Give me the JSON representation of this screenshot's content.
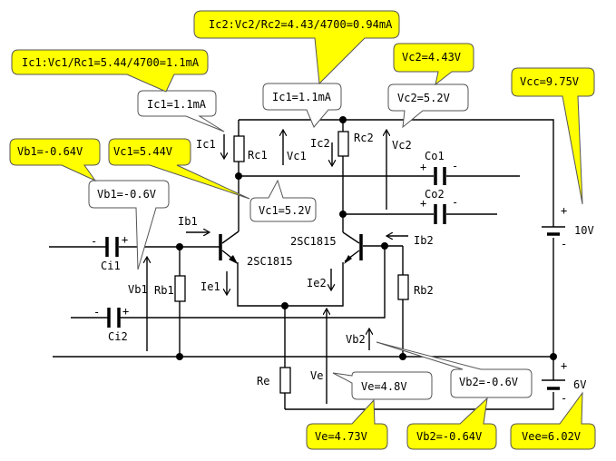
{
  "diagram": {
    "title": "Differential amplifier with 2SC1815 transistors — measured vs. calculated values",
    "colors": {
      "measured_callout": "#ffff00",
      "calculated_callout": "#ffffff",
      "wire": "#000000"
    },
    "components": {
      "q1": "2SC1815",
      "q2": "2SC1815",
      "rc1": "Rc1",
      "rc2": "Rc2",
      "rb1": "Rb1",
      "rb2": "Rb2",
      "re": "Re",
      "ci1": "Ci1",
      "ci2": "Ci2",
      "co1": "Co1",
      "co2": "Co2",
      "vcc_battery": "10V",
      "vee_battery": "6V"
    },
    "labels": {
      "ic1": "Ic1",
      "ic2": "Ic2",
      "vc1": "Vc1",
      "vc2": "Vc2",
      "ib1": "Ib1",
      "ib2": "Ib2",
      "ie1": "Ie1",
      "ie2": "Ie2",
      "vb1": "Vb1",
      "vb2": "Vb2",
      "ve": "Ve",
      "plus": "+",
      "minus": "-"
    },
    "measured_callouts": {
      "ic1_calc": "Ic1:Vc1/Rc1=5.44/4700=1.1mA",
      "ic2_calc": "Ic2:Vc2/Rc2=4.43/4700=0.94mA",
      "vc2": "Vc2=4.43V",
      "vcc": "Vcc=9.75V",
      "vb1": "Vb1=-0.64V",
      "vc1": "Vc1=5.44V",
      "ve": "Ve=4.73V",
      "vb2": "Vb2=-0.64V",
      "vee": "Vee=6.02V"
    },
    "calculated_callouts": {
      "ic1_a": "Ic1=1.1mA",
      "ic1_b": "Ic1=1.1mA",
      "vc2": "Vc2=5.2V",
      "vb1": "Vb1=-0.6V",
      "vc1": "Vc1=5.2V",
      "ve": "Ve=4.8V",
      "vb2": "Vb2=-0.6V"
    }
  }
}
